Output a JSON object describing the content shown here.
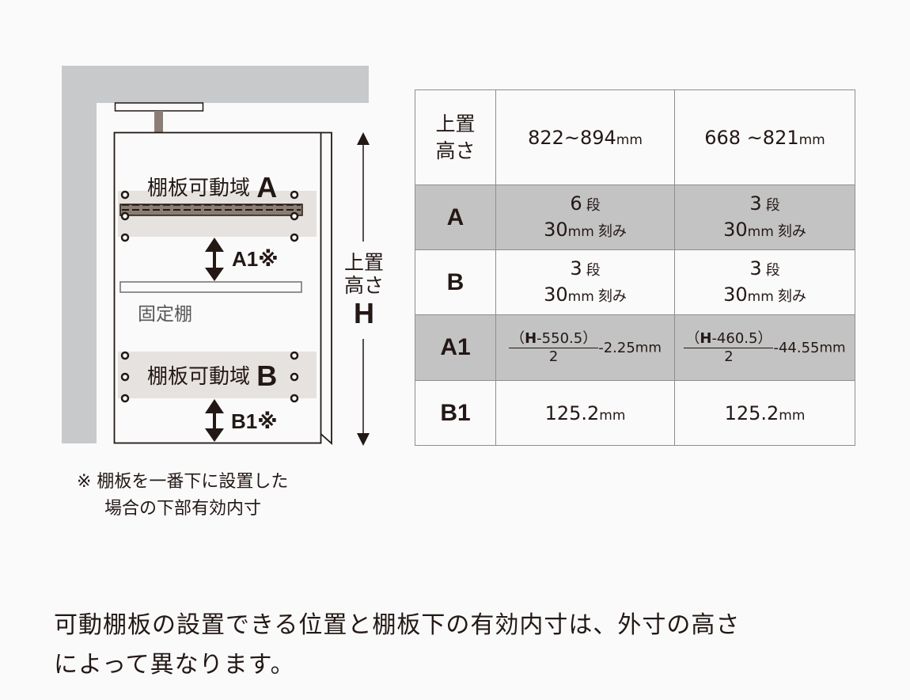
{
  "diagram": {
    "zone_a_label": "棚板可動域",
    "zone_a_letter": "A",
    "zone_b_label": "棚板可動域",
    "zone_b_letter": "B",
    "a1_label": "A1※",
    "b1_label": "B1※",
    "fixed_shelf_label": "固定棚",
    "height_label_line1": "上置",
    "height_label_line2": "高さ",
    "height_label_symbol": "H",
    "colors": {
      "wall": "#c8c9cb",
      "zone_fill": "#e6e2df",
      "shelf_fill": "#8c7d74",
      "line": "#231815"
    }
  },
  "footnote": {
    "line1": "※ 棚板を一番下に設置した",
    "line2": "場合の下部有効内寸"
  },
  "table": {
    "header": {
      "label_line1": "上置",
      "label_line2": "高さ",
      "col1": {
        "value": "822~894",
        "unit": "mm"
      },
      "col2": {
        "value": "668 ~821",
        "unit": "mm"
      }
    },
    "rows": [
      {
        "label": "A",
        "col1": {
          "steps": "6",
          "steps_unit": "段",
          "pitch": "30",
          "pitch_unit": "mm",
          "pitch_suffix": "刻み"
        },
        "col2": {
          "steps": "3",
          "steps_unit": "段",
          "pitch": "30",
          "pitch_unit": "mm",
          "pitch_suffix": "刻み"
        }
      },
      {
        "label": "B",
        "col1": {
          "steps": "3",
          "steps_unit": "段",
          "pitch": "30",
          "pitch_unit": "mm",
          "pitch_suffix": "刻み"
        },
        "col2": {
          "steps": "3",
          "steps_unit": "段",
          "pitch": "30",
          "pitch_unit": "mm",
          "pitch_suffix": "刻み"
        }
      },
      {
        "label": "A1",
        "col1": {
          "num_open": "（",
          "num_var": "H",
          "num_rest": "-550.5）",
          "den": "2",
          "tail": "-2.25",
          "unit": "mm"
        },
        "col2": {
          "num_open": "（",
          "num_var": "H",
          "num_rest": "-460.5）",
          "den": "2",
          "tail": "-44.55",
          "unit": "mm"
        }
      },
      {
        "label": "B1",
        "col1": {
          "value": "125.2",
          "unit": "mm"
        },
        "col2": {
          "value": "125.2",
          "unit": "mm"
        }
      }
    ]
  },
  "caption": {
    "line1": "可動棚板の設置できる位置と棚板下の有効内寸は、外寸の高さ",
    "line2": "によって異なります。"
  }
}
